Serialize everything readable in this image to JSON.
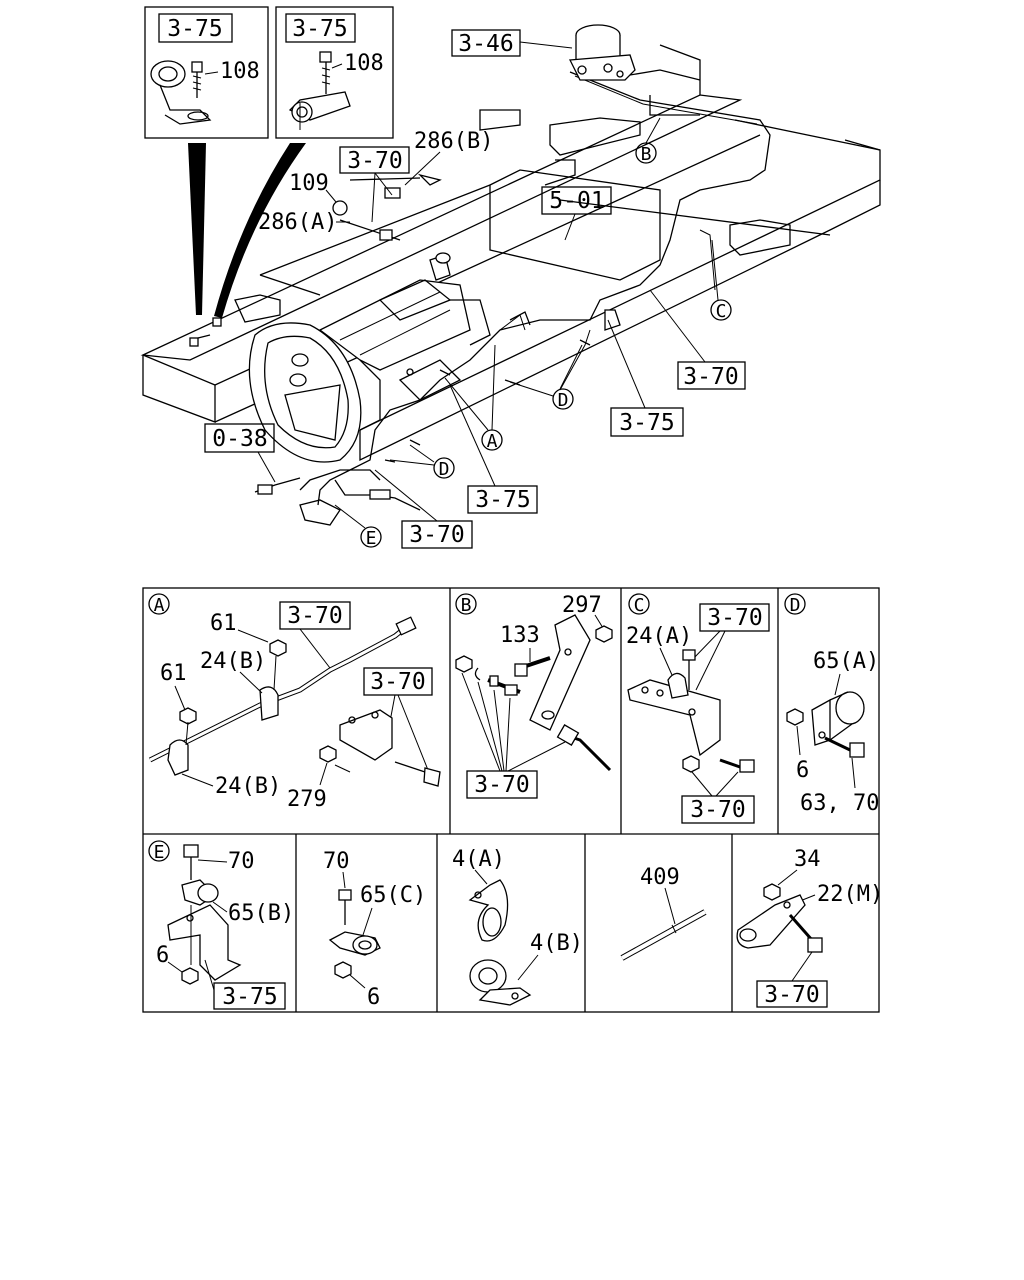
{
  "main": {
    "callout_top_left": {
      "ref": "3-75",
      "part": "108"
    },
    "callout_top_right": {
      "ref": "3-75",
      "part": "108"
    },
    "refs": [
      "3-46",
      "3-70",
      "5-01",
      "3-70",
      "3-75",
      "0-38",
      "3-75",
      "3-70"
    ],
    "parts": [
      "286(B)",
      "109",
      "286(A)"
    ],
    "markers": [
      "B",
      "C",
      "D",
      "A",
      "D",
      "E"
    ]
  },
  "detail_a": {
    "tag": "A",
    "refs": [
      "3-70",
      "3-70"
    ],
    "parts": [
      "61",
      "61",
      "24(B)",
      "24(B)",
      "279"
    ]
  },
  "detail_b": {
    "tag": "B",
    "refs": [
      "3-70"
    ],
    "parts": [
      "297",
      "133"
    ]
  },
  "detail_c": {
    "tag": "C",
    "refs": [
      "3-70",
      "3-70"
    ],
    "parts": [
      "24(A)"
    ]
  },
  "detail_d": {
    "tag": "D",
    "parts": [
      "65(A)",
      "6",
      "63, 70"
    ]
  },
  "detail_e": {
    "tag": "E",
    "refs": [
      "3-75"
    ],
    "parts": [
      "70",
      "65(B)",
      "6"
    ]
  },
  "detail_f": {
    "parts": [
      "70",
      "65(C)",
      "6"
    ]
  },
  "detail_g": {
    "parts": [
      "4(A)",
      "4(B)"
    ]
  },
  "detail_h": {
    "parts": [
      "409"
    ]
  },
  "detail_i": {
    "refs": [
      "3-70"
    ],
    "parts": [
      "34",
      "22(M)"
    ]
  }
}
